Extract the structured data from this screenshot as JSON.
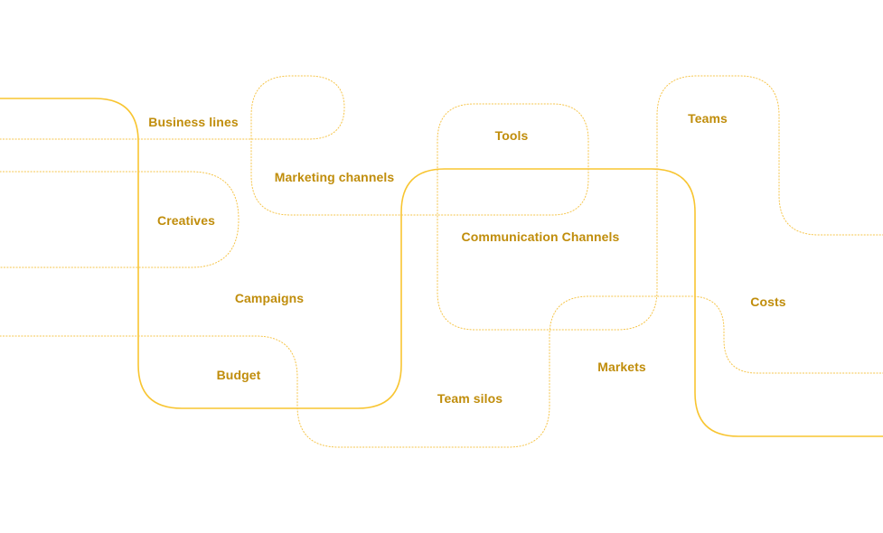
{
  "diagram": {
    "colors": {
      "solid_line": "#f8c531",
      "dotted_line": "#f6c54a",
      "label_text": "#c08d0b"
    },
    "labels": {
      "business_lines": "Business lines",
      "marketing_channels": "Marketing channels",
      "tools": "Tools",
      "teams": "Teams",
      "creatives": "Creatives",
      "communication_channels": "Communication Channels",
      "campaigns": "Campaigns",
      "costs": "Costs",
      "markets": "Markets",
      "budget": "Budget",
      "team_silos": "Team silos"
    }
  }
}
